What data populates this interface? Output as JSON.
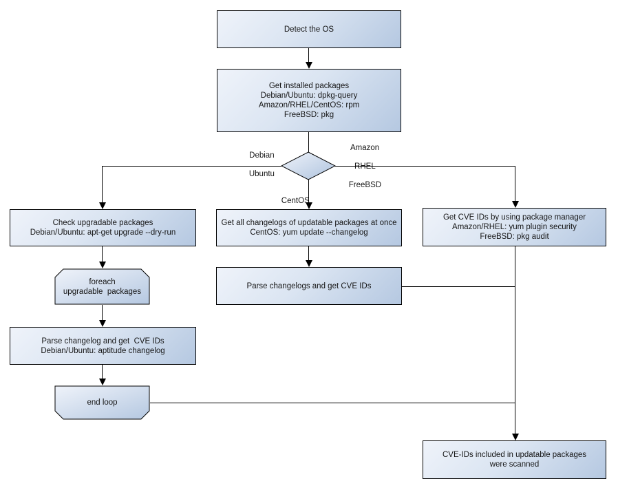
{
  "colors": {
    "node_fill_light": "#eff3fa",
    "node_fill_dark": "#b5c8e1",
    "node_border": "#000000",
    "text": "#161616",
    "background": "#ffffff"
  },
  "nodes": {
    "detect_os": {
      "lines": [
        "Detect the OS"
      ]
    },
    "get_installed_packages": {
      "lines": [
        "Get installed packages",
        "Debian/Ubuntu: dpkg-query",
        "Amazon/RHEL/CentOS: rpm",
        "FreeBSD: pkg"
      ]
    },
    "decision": {
      "branch_left": [
        "Debian",
        "Ubuntu"
      ],
      "branch_right": [
        "Amazon",
        "RHEL",
        "FreeBSD"
      ],
      "branch_down": "CentOS"
    },
    "check_upgradable": {
      "lines": [
        "Check upgradable packages",
        "Debian/Ubuntu: apt-get upgrade --dry-run"
      ]
    },
    "foreach_loop": {
      "lines": [
        "foreach",
        "upgradable  packages"
      ]
    },
    "parse_changelog_left": {
      "lines": [
        "Parse changelog and get  CVE IDs",
        "Debian/Ubuntu: aptitude changelog"
      ]
    },
    "end_loop": {
      "lines": [
        "end loop"
      ]
    },
    "get_all_changelogs": {
      "lines": [
        "Get all changelogs of updatable packages at once",
        "CentOS: yum update --changelog"
      ]
    },
    "parse_changelogs_mid": {
      "lines": [
        "Parse changelogs and get CVE IDs"
      ]
    },
    "get_cve_ids_right": {
      "lines": [
        "Get CVE IDs by using package manager",
        "Amazon/RHEL: yum plugin security",
        "FreeBSD: pkg audit"
      ]
    },
    "scanned_result": {
      "lines": [
        "CVE-IDs included in updatable packages",
        "were scanned"
      ]
    }
  }
}
